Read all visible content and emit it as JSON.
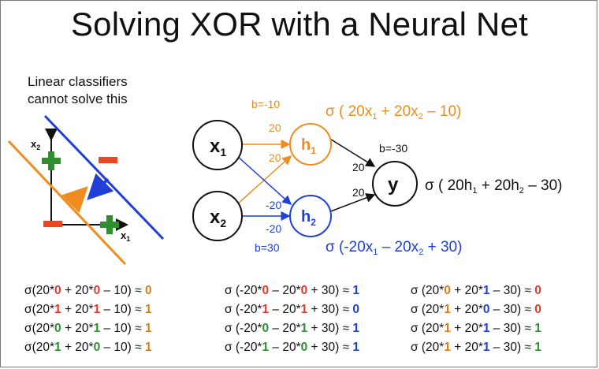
{
  "slide": {
    "title": "Solving XOR with a Neural Net",
    "note_lines": [
      "Linear classifiers",
      "cannot solve this"
    ]
  },
  "plot": {
    "x_axis_label": "x",
    "x_axis_sub": "1",
    "y_axis_label": "x",
    "y_axis_sub": "2",
    "colors": {
      "orange": "#f08c1e",
      "blue": "#1f3fd6",
      "green": "#2f8f2f",
      "red": "#e8471f"
    }
  },
  "network": {
    "bias_h1": "b=-10",
    "bias_h2": "b=30",
    "bias_y": "b=-30",
    "w_x1_h1": "20",
    "w_x2_h1": "20",
    "w_x1_h2": "-20",
    "w_x2_h2": "-20",
    "w_h1_y": "20",
    "w_h2_y": "20",
    "node_x1": "x",
    "node_x1_sub": "1",
    "node_x2": "x",
    "node_x2_sub": "2",
    "node_h1": "h",
    "node_h1_sub": "1",
    "node_h2": "h",
    "node_h2_sub": "2",
    "node_y": "y"
  },
  "formulas": {
    "h1": {
      "a": "σ ( 20x",
      "s1": "1",
      "b": " + 20x",
      "s2": "2",
      "c": " – 10)"
    },
    "h2": {
      "a": "σ (-20x",
      "s1": "1",
      "b": " – 20x",
      "s2": "2",
      "c": " + 30)"
    },
    "y": {
      "a": "σ ( 20h",
      "s1": "1",
      "b": " + 20h",
      "s2": "2",
      "c": " – 30)"
    }
  },
  "truth_table": {
    "col1": [
      [
        "σ(20*",
        "0",
        " + 20*",
        "0",
        " – 10) ≈ ",
        "0"
      ],
      [
        "σ(20*",
        "1",
        " + 20*",
        "1",
        " – 10) ≈ ",
        "1"
      ],
      [
        "σ(20*",
        "0",
        " + 20*",
        "1",
        " – 10) ≈ ",
        "1"
      ],
      [
        "σ(20*",
        "1",
        " + 20*",
        "0",
        " – 10) ≈ ",
        "1"
      ]
    ],
    "col2": [
      [
        "σ (-20*",
        "0",
        " – 20*",
        "0",
        " + 30) ≈ ",
        "1"
      ],
      [
        "σ (-20*",
        "1",
        " – 20*",
        "1",
        " + 30) ≈ ",
        "0"
      ],
      [
        "σ (-20*",
        "0",
        " – 20*",
        "1",
        " + 30) ≈ ",
        "1"
      ],
      [
        "σ (-20*",
        "1",
        " – 20*",
        "0",
        " + 30) ≈ ",
        "1"
      ]
    ],
    "col3": [
      [
        "σ (20*",
        "0",
        " + 20*",
        "1",
        " – 30) ≈ ",
        "0"
      ],
      [
        "σ (20*",
        "1",
        " + 20*",
        "0",
        " – 30) ≈ ",
        "0"
      ],
      [
        "σ (20*",
        "1",
        " + 20*",
        "1",
        " – 30) ≈ ",
        "1"
      ],
      [
        "σ (20*",
        "1",
        " + 20*",
        "1",
        " – 30) ≈ ",
        "1"
      ]
    ]
  }
}
